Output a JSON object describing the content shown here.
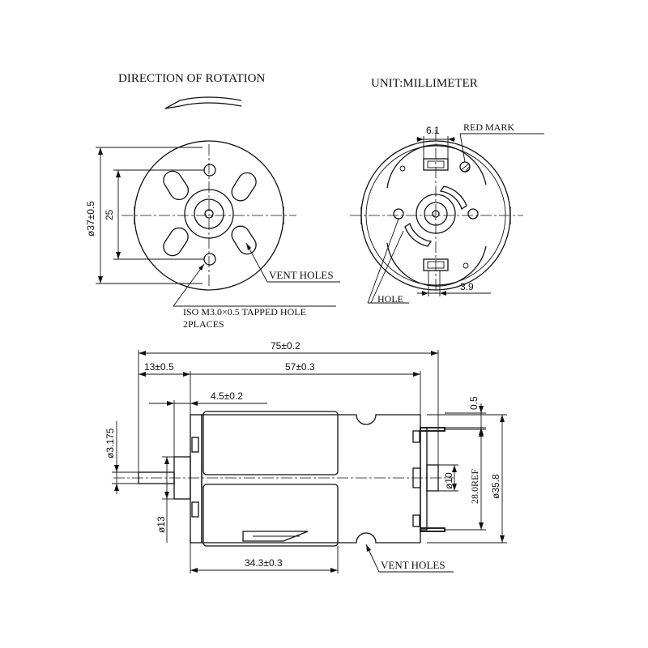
{
  "titles": {
    "rotation": "DIRECTION OF ROTATION",
    "unit": "UNIT:MILLIMETER"
  },
  "front_view": {
    "dia_outer": "ø37±0.5",
    "hole_spacing": "25",
    "vent_holes": "VENT HOLES",
    "tapped_hole_line1": "ISO M3.0×0.5 TAPPED HOLE",
    "tapped_hole_line2": "2PLACES"
  },
  "rear_view": {
    "terminal_width": "6.1",
    "red_mark": "RED MARK",
    "hole": "HOLE",
    "terminal_offset": "3.9"
  },
  "side_view": {
    "overall_length": "75±0.2",
    "shaft_length": "13±0.5",
    "body_length": "57±0.3",
    "boss_length": "4.5±0.2",
    "shaft_dia": "ø3.175",
    "boss_dia": "ø13",
    "rear_bearing_dia": "ø10",
    "terminal_spacing": "28.0REF",
    "body_dia": "ø35.8",
    "terminal_thickness": "0.5",
    "can_length": "34.3±0.3",
    "vent_holes": "VENT HOLES"
  }
}
